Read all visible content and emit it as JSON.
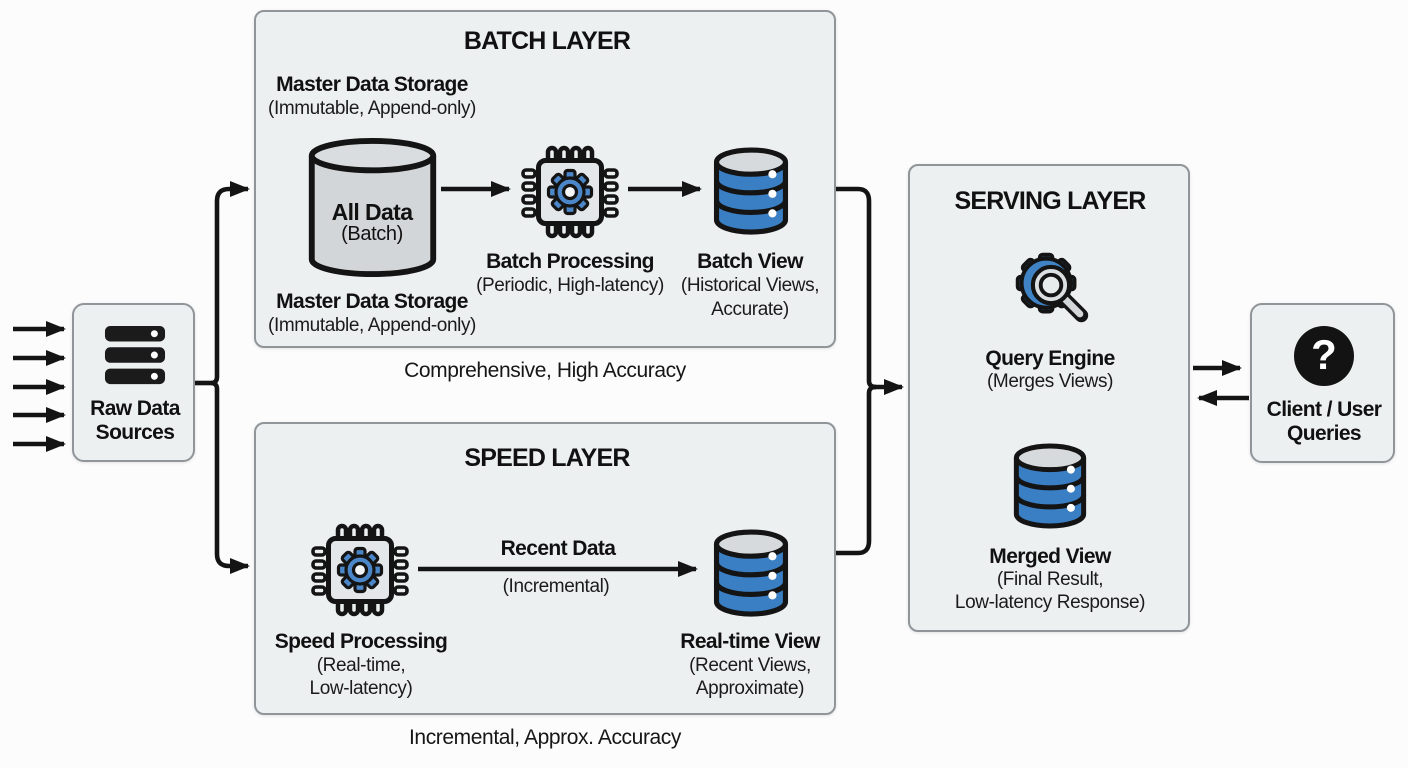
{
  "colors": {
    "background": "#fcfcfc",
    "panel_fill": "#edf0f1",
    "panel_border": "#8f9598",
    "line_black": "#141414",
    "database_blue": "#3a7ec3",
    "gear_blue": "#4b87c8",
    "cylinder_gray": "#d3d6d8"
  },
  "raw_data_sources": {
    "icon": "server-stack-icon",
    "line1": "Raw Data",
    "line2": "Sources"
  },
  "batch_layer": {
    "title": "BATCH LAYER",
    "caption": "Comprehensive, High Accuracy",
    "master_storage_top": {
      "line1": "Master Data Storage",
      "line2": "(Immutable, Append-only)"
    },
    "all_data": {
      "icon": "database-cylinder-icon",
      "line1": "All Data",
      "line2": "(Batch)"
    },
    "master_storage_bottom": {
      "line1": "Master Data Storage",
      "line2": "(Immutable, Append-only)"
    },
    "batch_processing": {
      "icon": "cpu-chip-gear-icon",
      "line1": "Batch Processing",
      "line2": "(Periodic, High-latency)"
    },
    "batch_view": {
      "icon": "database-stack-icon",
      "line1": "Batch View",
      "line2": "(Historical Views,",
      "line3": "Accurate)"
    }
  },
  "speed_layer": {
    "title": "SPEED LAYER",
    "caption": "Incremental, Approx. Accuracy",
    "speed_processing": {
      "icon": "cpu-chip-gear-icon",
      "line1": "Speed Processing",
      "line2": "(Real-time,",
      "line3": "Low-latency)"
    },
    "flow_label": {
      "line1": "Recent Data",
      "line2": "(Incremental)"
    },
    "realtime_view": {
      "icon": "database-stack-icon",
      "line1": "Real-time View",
      "line2": "(Recent Views,",
      "line3": "Approximate)"
    }
  },
  "serving_layer": {
    "title": "SERVING LAYER",
    "query_engine": {
      "icon": "gear-magnifier-icon",
      "line1": "Query Engine",
      "line2": "(Merges Views)"
    },
    "merged_view": {
      "icon": "database-stack-icon",
      "line1": "Merged View",
      "line2": "(Final Result,",
      "line3": "Low-latency Response)"
    }
  },
  "client": {
    "icon": "question-mark-icon",
    "line1": "Client / User",
    "line2": "Queries"
  }
}
